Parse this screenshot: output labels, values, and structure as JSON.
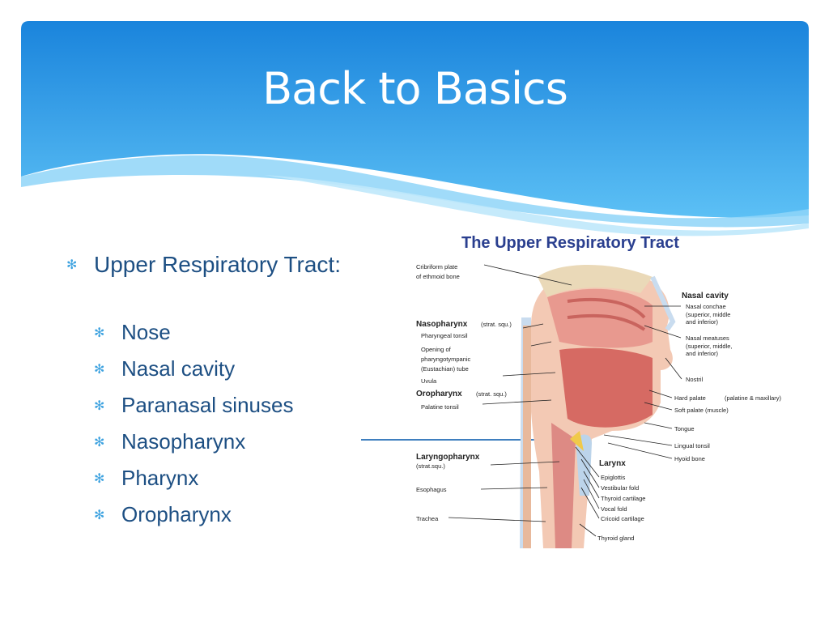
{
  "slide": {
    "title": "Back to Basics"
  },
  "content": {
    "main_bullet": "Upper Respiratory Tract:",
    "sub_bullets": [
      "Nose",
      "Nasal cavity",
      "Paranasal sinuses",
      "Nasopharynx",
      "Pharynx",
      "Oropharynx"
    ]
  },
  "figure": {
    "title": "The Upper Respiratory Tract",
    "labels_left": [
      {
        "text": "Cribriform plate"
      },
      {
        "text": "of ethmoid bone"
      },
      {
        "text": "Nasopharynx",
        "note": "(strat. squ.)"
      },
      {
        "text": "Pharyngeal tonsil"
      },
      {
        "text": "Opening of"
      },
      {
        "text": "pharyngotympanic"
      },
      {
        "text": "(Eustachian) tube"
      },
      {
        "text": "Uvula"
      },
      {
        "text": "Oropharynx",
        "note": "(strat. squ.)"
      },
      {
        "text": "Palatine tonsil"
      },
      {
        "text": "Laryngopharynx"
      },
      {
        "text": "(strat.squ.)"
      },
      {
        "text": "Esophagus"
      },
      {
        "text": "Trachea"
      }
    ],
    "labels_right": [
      {
        "text": "Nasal cavity"
      },
      {
        "text": "Nasal conchae"
      },
      {
        "text": "(superior, middle"
      },
      {
        "text": "and inferior)"
      },
      {
        "text": "Nasal meatuses"
      },
      {
        "text": "(superior, middle,"
      },
      {
        "text": "and inferior)"
      },
      {
        "text": "Nostril"
      },
      {
        "text": "Hard palate",
        "note": "(palatine & maxillary)"
      },
      {
        "text": "Soft palate (muscle)"
      },
      {
        "text": "Tongue"
      },
      {
        "text": "Lingual tonsil"
      },
      {
        "text": "Hyoid bone"
      },
      {
        "text": "Larynx"
      },
      {
        "text": "Epiglottis"
      },
      {
        "text": "Vestibular fold"
      },
      {
        "text": "Thyroid cartilage"
      },
      {
        "text": "Vocal fold"
      },
      {
        "text": "Cricoid cartilage"
      },
      {
        "text": "Thyroid gland"
      }
    ]
  },
  "colors": {
    "header_blue": "#1e90e0",
    "header_light": "#7fd0f8",
    "text_dark_blue": "#1d4f83",
    "bullet_blue": "#3fa3e0"
  }
}
